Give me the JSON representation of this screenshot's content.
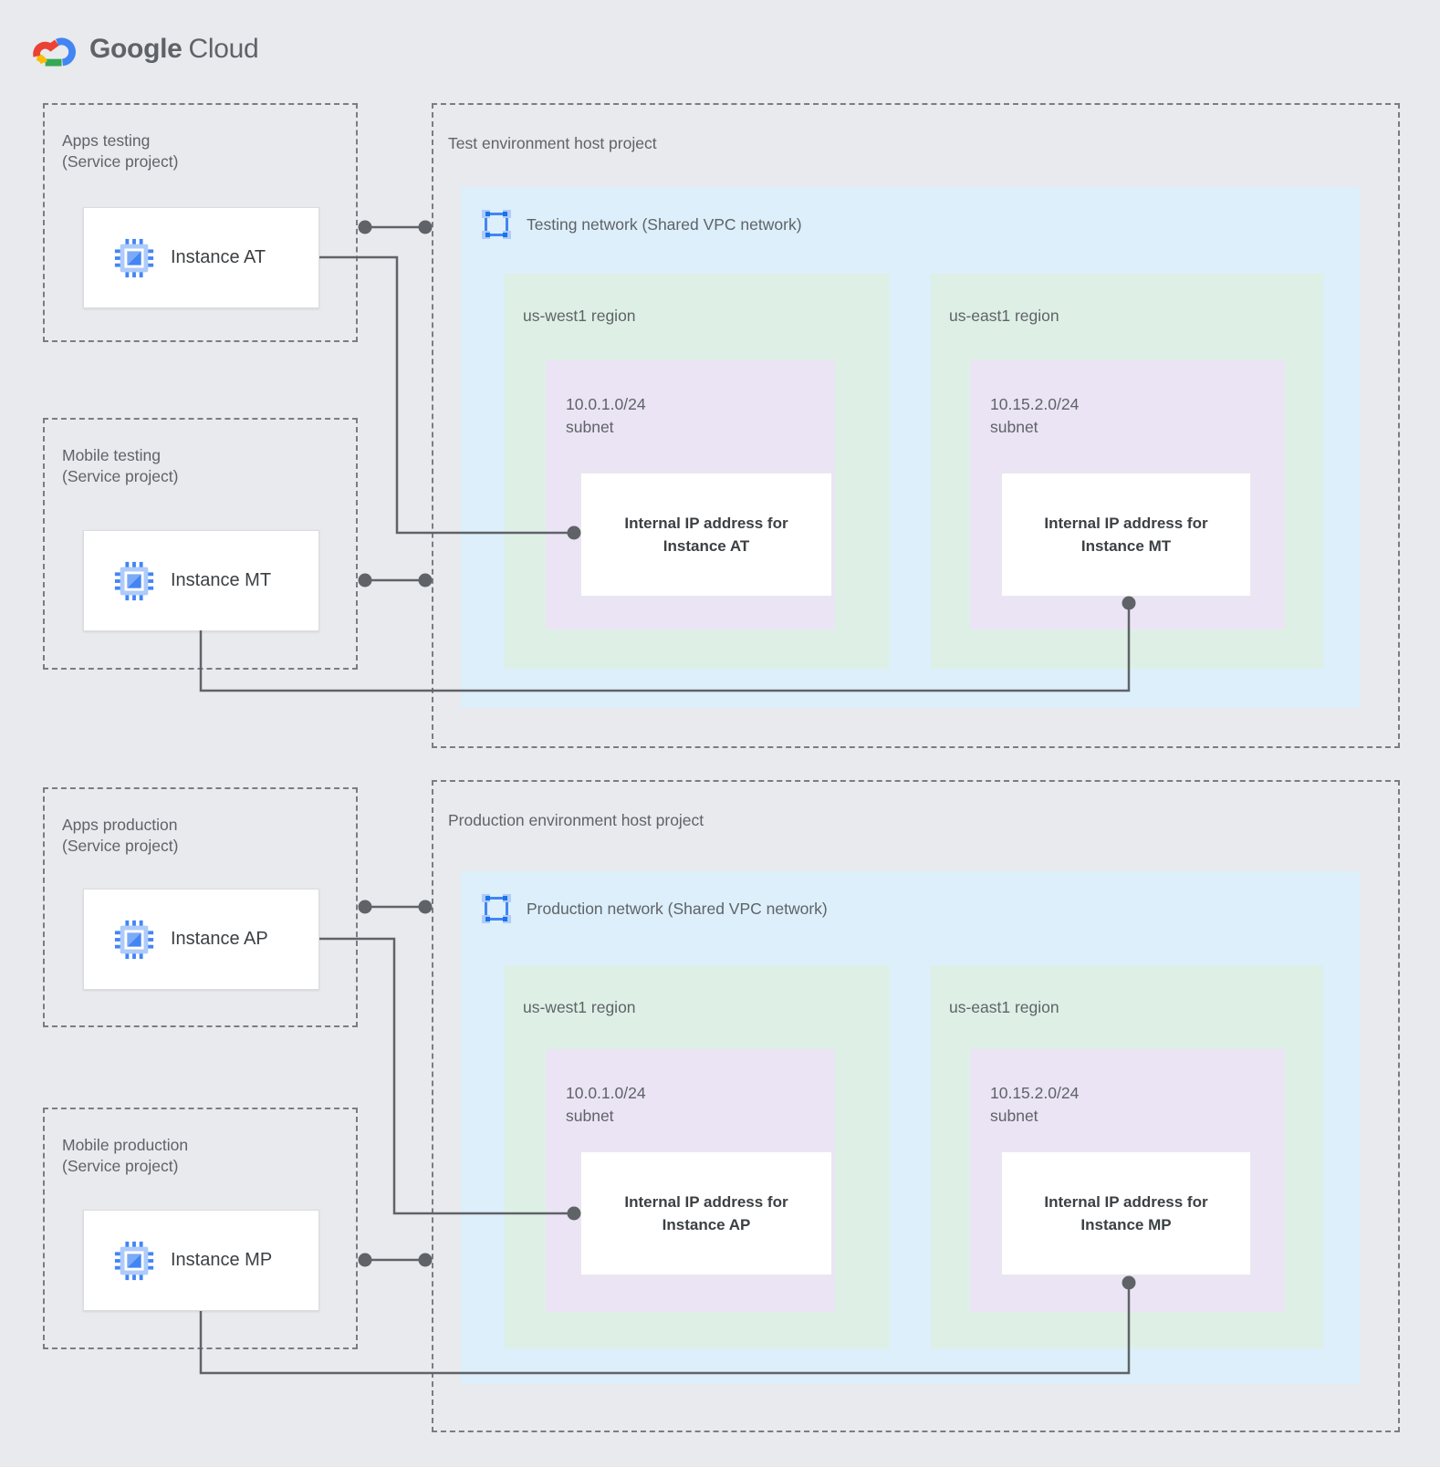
{
  "brand": {
    "word1": "Google",
    "word2": "Cloud"
  },
  "colors": {
    "background": "#E8EAED",
    "network_fill": "#DCEFFA",
    "region_fill": "#DEF0E6",
    "subnet_fill": "#EBE4F4",
    "connector": "#5F6368",
    "icon_blue": "#4285F4"
  },
  "sections": [
    {
      "service_projects": [
        {
          "line1": "Apps testing",
          "line2": "(Service project)",
          "instance_label": "Instance AT"
        },
        {
          "line1": "Mobile testing",
          "line2": "(Service project)",
          "instance_label": "Instance MT"
        }
      ],
      "host_title": "Test environment host project",
      "network_label": "Testing network (Shared VPC network)",
      "regions": [
        {
          "name": "us-west1 region",
          "cidr": "10.0.1.0/24",
          "subnet_word": "subnet",
          "ip1": "Internal IP address for",
          "ip2": "Instance AT"
        },
        {
          "name": "us-east1 region",
          "cidr": "10.15.2.0/24",
          "subnet_word": "subnet",
          "ip1": "Internal IP address for",
          "ip2": "Instance MT"
        }
      ]
    },
    {
      "service_projects": [
        {
          "line1": "Apps production",
          "line2": "(Service project)",
          "instance_label": "Instance AP"
        },
        {
          "line1": "Mobile production",
          "line2": "(Service project)",
          "instance_label": "Instance MP"
        }
      ],
      "host_title": "Production environment host project",
      "network_label": "Production network (Shared VPC network)",
      "regions": [
        {
          "name": "us-west1 region",
          "cidr": "10.0.1.0/24",
          "subnet_word": "subnet",
          "ip1": "Internal IP address for",
          "ip2": "Instance AP"
        },
        {
          "name": "us-east1 region",
          "cidr": "10.15.2.0/24",
          "subnet_word": "subnet",
          "ip1": "Internal IP address for",
          "ip2": "Instance MP"
        }
      ]
    }
  ]
}
